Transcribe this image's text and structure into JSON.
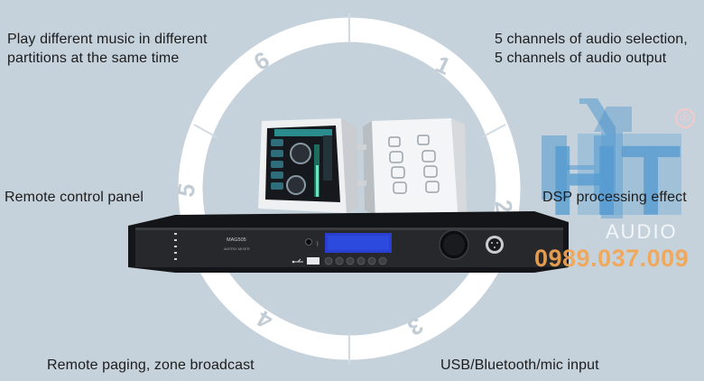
{
  "captions": {
    "top_left": [
      "Play different music in different",
      "partitions at the same time"
    ],
    "top_right": [
      "5 channels of audio selection,",
      "5 channels of audio output"
    ],
    "mid_left": "Remote control panel",
    "mid_right": "DSP processing effect",
    "bottom_left": "Remote paging, zone broadcast",
    "bottom_right": "USB/Bluetooth/mic input"
  },
  "ring_numbers": [
    "1",
    "2",
    "3",
    "4",
    "5",
    "6"
  ],
  "device": {
    "model": "MAG505",
    "subtitle": "MATRIX MIXER"
  },
  "logo": {
    "letters": "HT",
    "audio": "AUDIO",
    "phone": "0989.037.009",
    "registered": "®"
  },
  "colors": {
    "background": "#c7d3dc",
    "ring": "#ffffff",
    "device_body": "#1e1f22",
    "display": "#2a3fd0",
    "logo_blue": "#3d8ecb",
    "logo_phone": "#f4a552"
  },
  "icons": [
    "usb-icon",
    "bluetooth-icon",
    "xlr-connector-icon",
    "volume-knob-icon"
  ]
}
